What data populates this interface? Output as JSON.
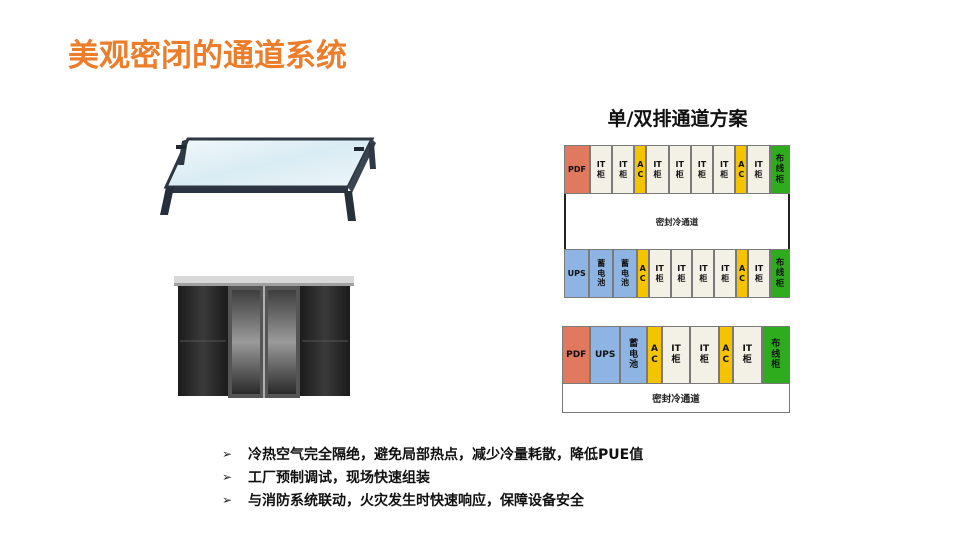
{
  "slide": {
    "title": "美观密闭的通道系统",
    "diagram_title": "单/双排通道方案"
  },
  "layouts": {
    "double_row": {
      "top_row": [
        {
          "type": "pdf",
          "lines": [
            "PDF"
          ]
        },
        {
          "type": "it",
          "lines": [
            "IT",
            "柜"
          ]
        },
        {
          "type": "it",
          "lines": [
            "IT",
            "柜"
          ]
        },
        {
          "type": "ac",
          "lines": [
            "A",
            "C"
          ]
        },
        {
          "type": "it",
          "lines": [
            "IT",
            "柜"
          ]
        },
        {
          "type": "it",
          "lines": [
            "IT",
            "柜"
          ]
        },
        {
          "type": "it",
          "lines": [
            "IT",
            "柜"
          ]
        },
        {
          "type": "it",
          "lines": [
            "IT",
            "柜"
          ]
        },
        {
          "type": "ac",
          "lines": [
            "A",
            "C"
          ]
        },
        {
          "type": "it",
          "lines": [
            "IT",
            "柜"
          ]
        },
        {
          "type": "wire",
          "lines": [
            "布",
            "线",
            "柜"
          ]
        }
      ],
      "bottom_row": [
        {
          "type": "ups",
          "lines": [
            "UPS"
          ]
        },
        {
          "type": "bat",
          "lines": [
            "蓄",
            "电",
            "池"
          ]
        },
        {
          "type": "bat",
          "lines": [
            "蓄",
            "电",
            "池"
          ]
        },
        {
          "type": "ac",
          "lines": [
            "A",
            "C"
          ]
        },
        {
          "type": "it",
          "lines": [
            "IT",
            "柜"
          ]
        },
        {
          "type": "it",
          "lines": [
            "IT",
            "柜"
          ]
        },
        {
          "type": "it",
          "lines": [
            "IT",
            "柜"
          ]
        },
        {
          "type": "it",
          "lines": [
            "IT",
            "柜"
          ]
        },
        {
          "type": "ac",
          "lines": [
            "A",
            "C"
          ]
        },
        {
          "type": "it",
          "lines": [
            "IT",
            "柜"
          ]
        },
        {
          "type": "wire",
          "lines": [
            "布",
            "线",
            "柜"
          ]
        }
      ],
      "channel_label": "密封冷通道"
    },
    "single_row": {
      "row": [
        {
          "type": "pdf",
          "lines": [
            "PDF"
          ]
        },
        {
          "type": "ups",
          "lines": [
            "UPS"
          ]
        },
        {
          "type": "bat",
          "lines": [
            "蓄",
            "电",
            "池"
          ]
        },
        {
          "type": "ac",
          "lines": [
            "A",
            "C"
          ]
        },
        {
          "type": "it",
          "lines": [
            "IT",
            "柜"
          ]
        },
        {
          "type": "it",
          "lines": [
            "IT",
            "柜"
          ]
        },
        {
          "type": "ac",
          "lines": [
            "A",
            "C"
          ]
        },
        {
          "type": "it",
          "lines": [
            "IT",
            "柜"
          ]
        },
        {
          "type": "wire",
          "lines": [
            "布",
            "线",
            "柜"
          ]
        }
      ],
      "channel_label": "密封冷通道"
    }
  },
  "bullets": [
    {
      "text": "冷热空气完全隔绝，避免局部热点，减少冷量耗散，降低PUE值"
    },
    {
      "text": "工厂预制调试，现场快速组装"
    },
    {
      "text": "与消防系统联动，火灾发生时快速响应，保障设备安全"
    }
  ],
  "icons": {
    "bullet_marker": "➢"
  },
  "colors": {
    "title": "#ec7d2b",
    "pdf": "#e0795e",
    "ups": "#8db4e2",
    "battery": "#8db4e2",
    "ac": "#f5c400",
    "it": "#f3f1e6",
    "wiring": "#2eac1e"
  }
}
